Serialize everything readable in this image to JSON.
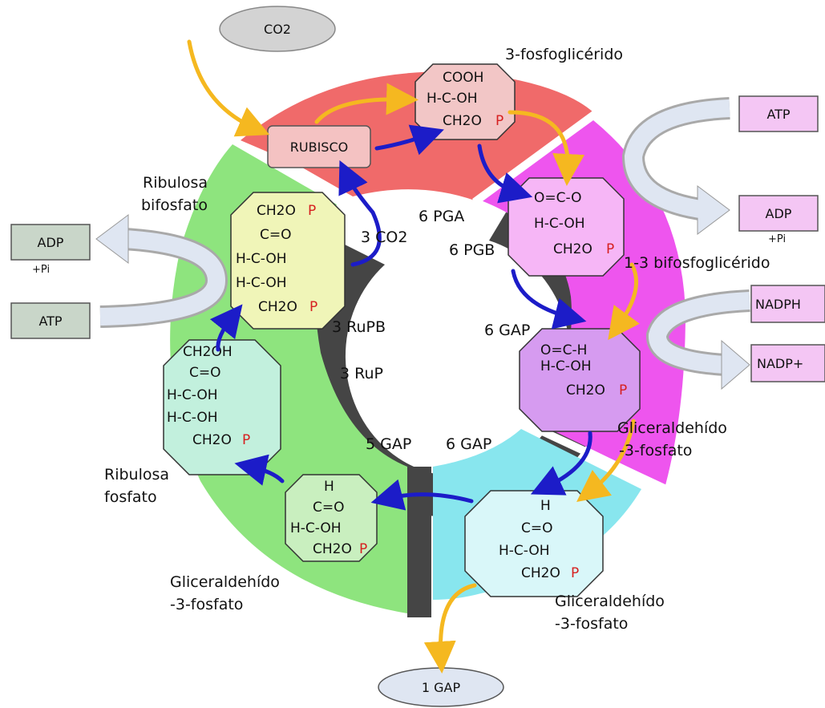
{
  "inputs": {
    "co2": "CO2",
    "rubisco": "RUBISCO",
    "gap_out": "1 GAP"
  },
  "cofactors": {
    "right_atp": "ATP",
    "right_adp": "ADP",
    "right_adp_pi": "+Pi",
    "right_nadph": "NADPH",
    "right_nadp": "NADP+",
    "left_adp": "ADP",
    "left_adp_pi": "+Pi",
    "left_atp": "ATP"
  },
  "labels": {
    "fosfoglicerido": "3-fosfoglicérido",
    "bifosfoglicerido": "1-3 bifosfoglicérido",
    "ribulosa_bifosfato_1": "Ribulosa",
    "ribulosa_bifosfato_2": "bifosfato",
    "ribulosa_fosfato_1": "Ribulosa",
    "ribulosa_fosfato_2": "fosfato",
    "gliceraldehido_right_1": "Gliceraldehído",
    "gliceraldehido_right_2": "-3-fosfato",
    "gliceraldehido_bottom_1": "Gliceraldehído",
    "gliceraldehido_bottom_2": "-3-fosfato",
    "gliceraldehido_left_1": "Gliceraldehído",
    "gliceraldehido_left_2": "-3-fosfato",
    "three_co2": "3 CO2",
    "six_pga": "6 PGA",
    "six_pgb": "6 PGB",
    "six_gap_right": "6 GAP",
    "three_rupb": "3 RuPB",
    "three_rup": "3 RuP",
    "five_gap": "5 GAP",
    "six_gap_bottom": "6 GAP"
  },
  "molecules": {
    "pga": [
      "COOH",
      "H-C-OH",
      "CH2O",
      "P"
    ],
    "pgb": [
      "O=C-O",
      "H-C-OH",
      "CH2O",
      "P"
    ],
    "gap_right": [
      "O=C-H",
      "H-C-OH",
      "CH2O",
      "P"
    ],
    "gap_bottom": [
      "H",
      "C=O",
      "H-C-OH",
      "CH2O",
      "P"
    ],
    "gap_left": [
      "H",
      "C=O",
      "H-C-OH",
      "CH2O",
      "P"
    ],
    "ribulosa_p": [
      "CH2OH",
      "C=O",
      "H-C-OH",
      "H-C-OH",
      "CH2O",
      "P"
    ],
    "rupb": [
      "CH2O",
      "P",
      "C=O",
      "H-C-OH",
      "H-C-OH",
      "CH2O",
      "P"
    ]
  },
  "colors": {
    "red_sector": "#f06a6a",
    "magenta_sector": "#ee55ee",
    "cyan_sector": "#88e6ee",
    "green_sector": "#8ee47e",
    "dark_band": "#454545",
    "arrow_blue": "#1c1cc8",
    "arrow_yellow": "#f5b820",
    "phosphate_red": "#d62020"
  }
}
